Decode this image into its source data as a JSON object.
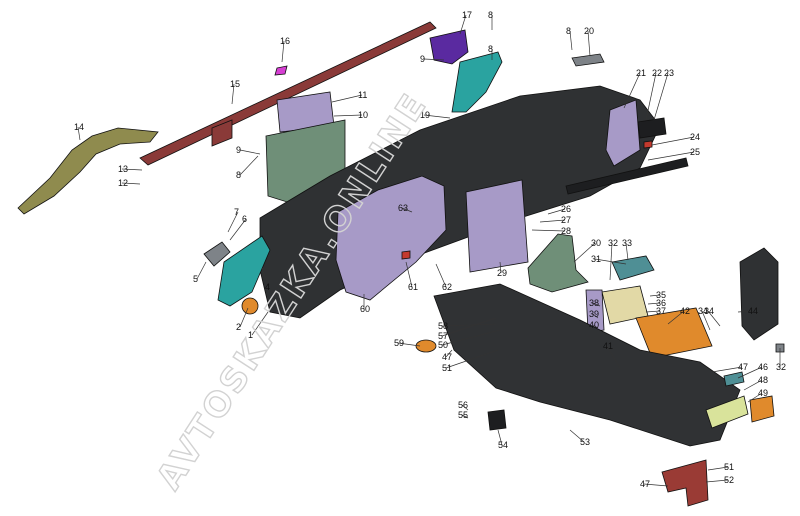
{
  "watermark": "AVTOSKAZKA.ONLINE",
  "callouts": [
    "1",
    "2",
    "4",
    "5",
    "6",
    "7",
    "8",
    "8",
    "8",
    "8",
    "9",
    "9",
    "10",
    "11",
    "12",
    "13",
    "14",
    "15",
    "16",
    "17",
    "19",
    "20",
    "21",
    "22",
    "23",
    "24",
    "25",
    "26",
    "27",
    "28",
    "29",
    "30",
    "31",
    "32",
    "32",
    "33",
    "34",
    "34",
    "35",
    "36",
    "37",
    "38",
    "39",
    "40",
    "41",
    "42",
    "44",
    "46",
    "47",
    "47",
    "47",
    "48",
    "49",
    "50",
    "51",
    "51",
    "52",
    "53",
    "54",
    "55",
    "56",
    "57",
    "58",
    "59",
    "60",
    "61",
    "62",
    "63"
  ],
  "colors": {
    "dash": "#2f3133",
    "dash_dark": "#1d1e20",
    "console": "#303234",
    "rail": "#8a3a38",
    "olive": "#8f8b4e",
    "cyan": "#2aa3a0",
    "violet": "#a79ac7",
    "purple": "#5a2aa0",
    "magenta": "#d63fd3",
    "orange": "#e08a2c",
    "sage": "#6f8f78",
    "teal_mat": "#4f8f95",
    "red": "#c43a2e",
    "brick": "#9a3b35",
    "tan": "#e2d9a6",
    "lime": "#d9e39b",
    "grey": "#7e8388"
  }
}
